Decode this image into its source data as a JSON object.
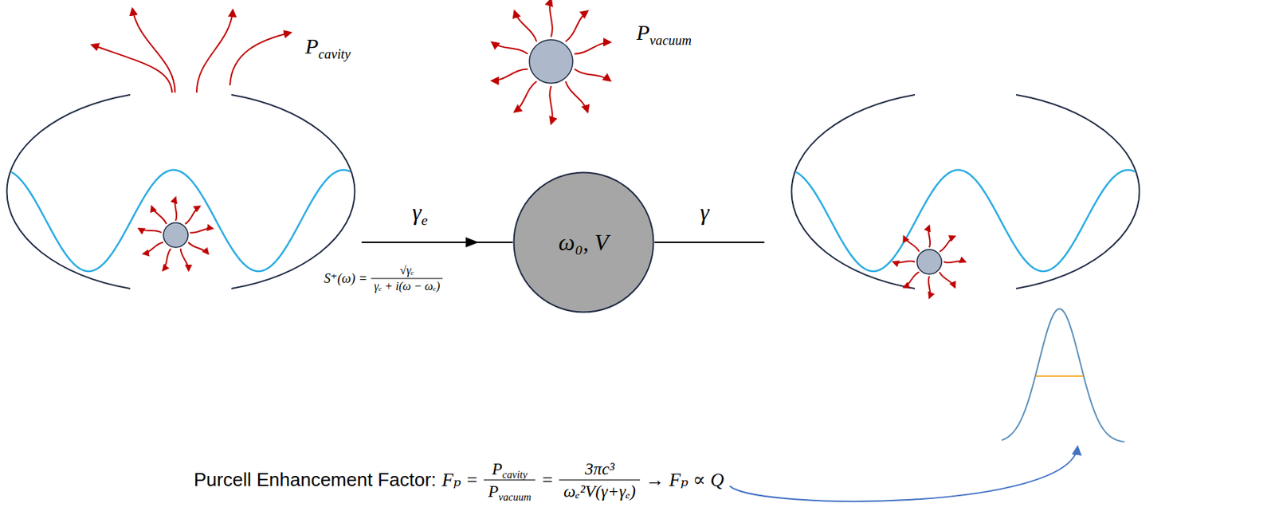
{
  "diagram": {
    "nodes": [
      {
        "text": [
          "ω₀, V"
        ]
      }
    ],
    "labels": [
      "P",
      "cavity",
      "P",
      "vacuum",
      "γ",
      "e",
      "γ",
      "S⁺(ω) =",
      "√γₑ",
      "γₑ + i(ω − ωₑ)",
      "Purcell Enhancement Factor:",
      "Fₚ =",
      "P",
      "cavity",
      "P",
      "vacuum",
      "=",
      "3πc³",
      "ωₑ²V(γ+γₑ)",
      "→ Fₚ ∝ Q"
    ]
  }
}
